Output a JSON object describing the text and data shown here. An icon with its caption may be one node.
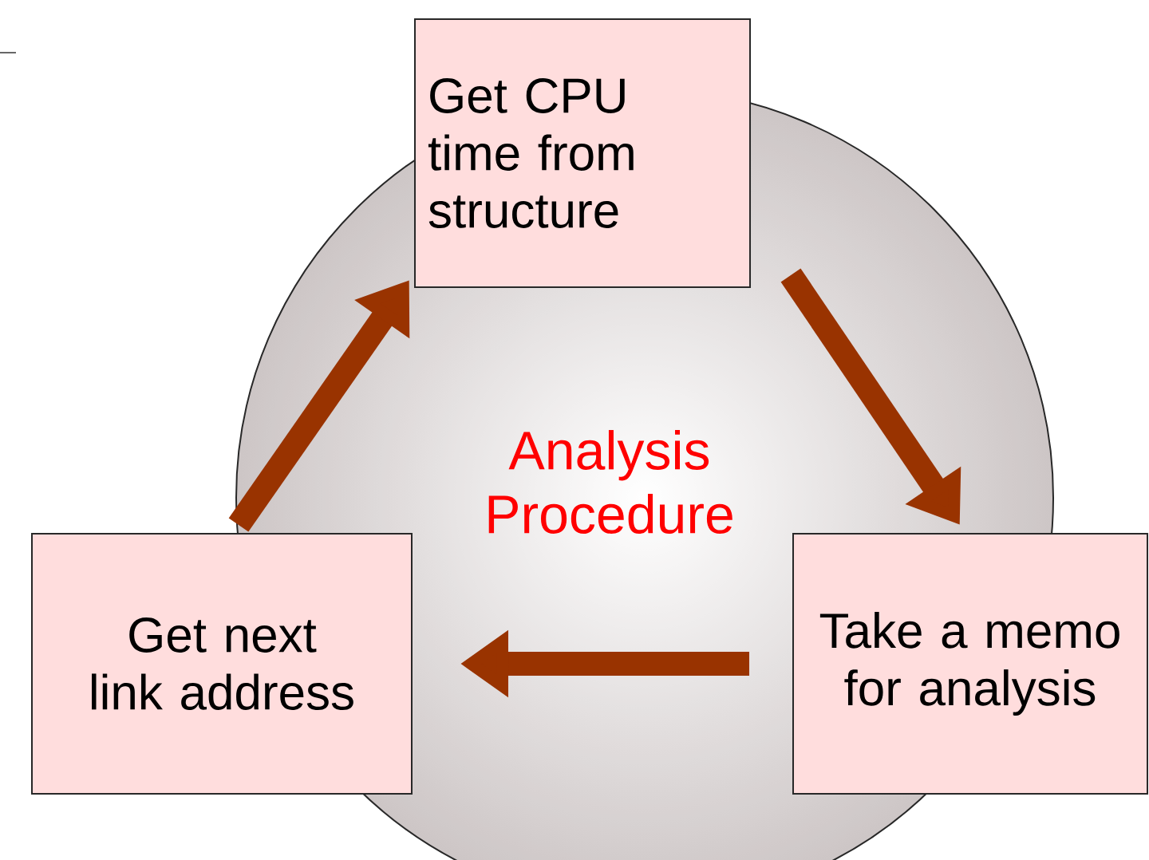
{
  "diagram": {
    "nodes": [
      {
        "text": [
          "Get CPU time from structure"
        ]
      },
      {
        "text": [
          "Get next link address"
        ]
      },
      {
        "text": [
          "Take a memo for analysis"
        ]
      }
    ],
    "edges": [
      {
        "from": 0,
        "to": 2,
        "arrow": "to"
      },
      {
        "from": 2,
        "to": 1,
        "arrow": "to"
      },
      {
        "from": 1,
        "to": 0,
        "arrow": "to"
      }
    ],
    "labels": [
      "Analysis Procedure"
    ]
  }
}
